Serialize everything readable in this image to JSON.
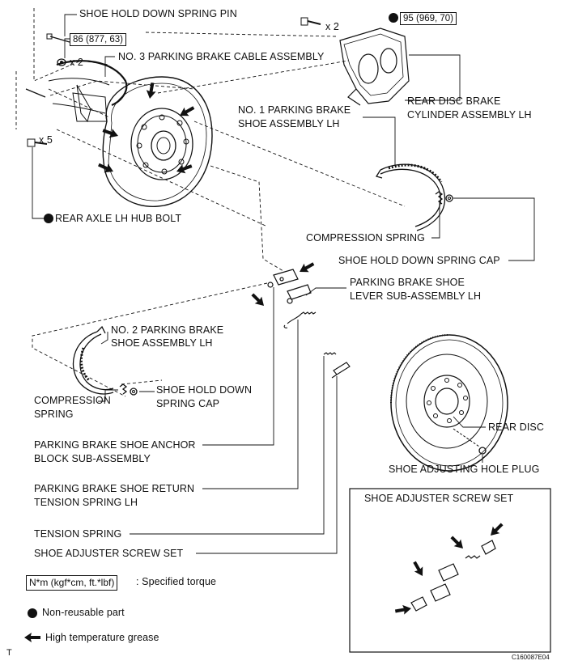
{
  "labels": {
    "shoe_hold_down_spring_pin": "SHOE HOLD DOWN SPRING PIN",
    "no3_parking_brake_cable": "NO. 3 PARKING BRAKE CABLE ASSEMBLY",
    "rear_disc_brake_cyl_1": "REAR DISC BRAKE",
    "rear_disc_brake_cyl_2": "CYLINDER ASSEMBLY LH",
    "no1_shoe_1": "NO. 1 PARKING BRAKE",
    "no1_shoe_2": "SHOE ASSEMBLY LH",
    "rear_axle_hub_bolt": "REAR AXLE LH HUB BOLT",
    "compression_spring_right": "COMPRESSION SPRING",
    "shoe_hold_down_spring_cap_right": "SHOE HOLD DOWN SPRING CAP",
    "shoe_lever_1": "PARKING BRAKE SHOE",
    "shoe_lever_2": "LEVER SUB-ASSEMBLY LH",
    "no2_shoe_1": "NO. 2 PARKING BRAKE",
    "no2_shoe_2": "SHOE ASSEMBLY LH",
    "compression_spring_left_1": "COMPRESSION",
    "compression_spring_left_2": "SPRING",
    "cap_left_1": "SHOE HOLD DOWN",
    "cap_left_2": "SPRING CAP",
    "rear_disc": "REAR DISC",
    "anchor_block_1": "PARKING BRAKE SHOE ANCHOR",
    "anchor_block_2": "BLOCK SUB-ASSEMBLY",
    "shoe_adjusting_hole_plug": "SHOE ADJUSTING HOLE PLUG",
    "return_spring_1": "PARKING BRAKE SHOE RETURN",
    "return_spring_2": "TENSION SPRING LH",
    "inset_title": "SHOE ADJUSTER SCREW SET",
    "tension_spring": "TENSION SPRING",
    "shoe_adjuster_screw_set": "SHOE ADJUSTER SCREW SET"
  },
  "torque": {
    "backing_plate": "86 (877, 63)",
    "caliper": "95 (969, 70)"
  },
  "quantities": {
    "pin_nut": "x 2",
    "caliper_bolt": "x 2",
    "hub_bolt": "x 5"
  },
  "legend": {
    "torque_box": "N*m (kgf*cm, ft.*lbf)",
    "torque_text": ": Specified torque",
    "nonreusable": "Non-reusable part",
    "grease": "High temperature grease"
  },
  "footer": {
    "left_mark": "T",
    "code": "C160087E04"
  },
  "colors": {
    "ink": "#111111",
    "background": "#ffffff"
  }
}
